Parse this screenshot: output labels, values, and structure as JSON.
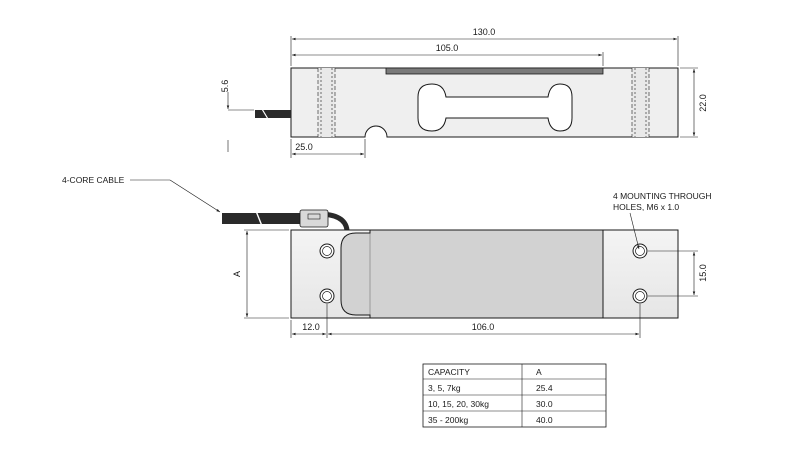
{
  "dimensions": {
    "overall_length": "130.0",
    "recess_length": "105.0",
    "height": "22.0",
    "cable_offset": "5.6",
    "notch_offset": "25.0",
    "width_symbol": "A",
    "hole_spacing": "15.0",
    "hole_edge": "12.0",
    "hole_distance": "106.0"
  },
  "labels": {
    "cable": "4-CORE CABLE",
    "holes_line1": "4 MOUNTING THROUGH",
    "holes_line2": "HOLES, M6 x 1.0"
  },
  "table": {
    "headers": [
      "CAPACITY",
      "A"
    ],
    "rows": [
      [
        "3, 5, 7kg",
        "25.4"
      ],
      [
        "10, 15, 20, 30kg",
        "30.0"
      ],
      [
        "35 - 200kg",
        "40.0"
      ]
    ]
  }
}
